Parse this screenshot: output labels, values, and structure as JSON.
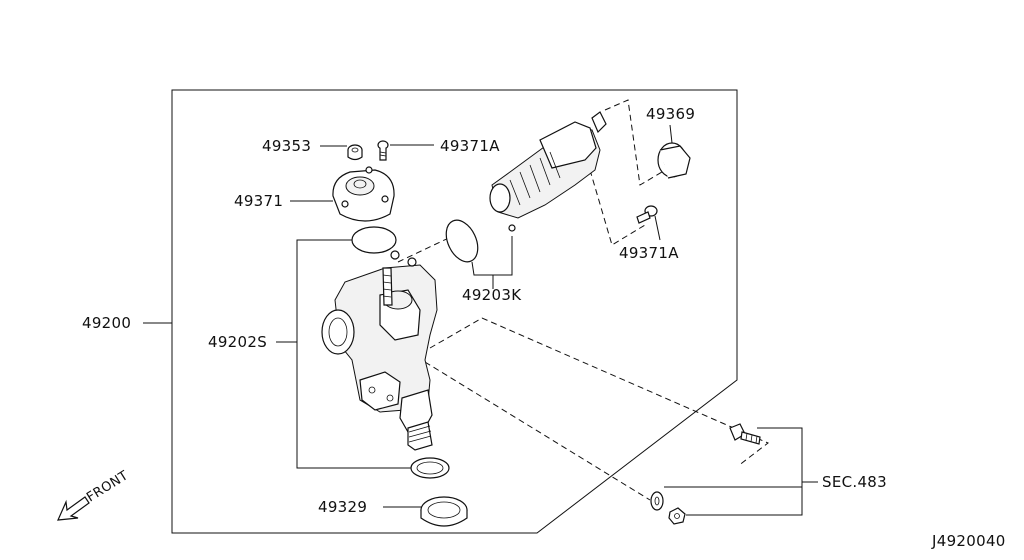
{
  "labels": {
    "assembly": "49200",
    "bearing_nut": "49353",
    "bolt_top": "49371A",
    "cover": "49371",
    "oring": "49202S",
    "seal_kit": "49203K",
    "oil_seal": "49369",
    "bolt_right": "49371A",
    "dust_seal": "49329",
    "section_ref": "SEC.483",
    "front": "FRONT",
    "diagram_code": "J4920040"
  }
}
